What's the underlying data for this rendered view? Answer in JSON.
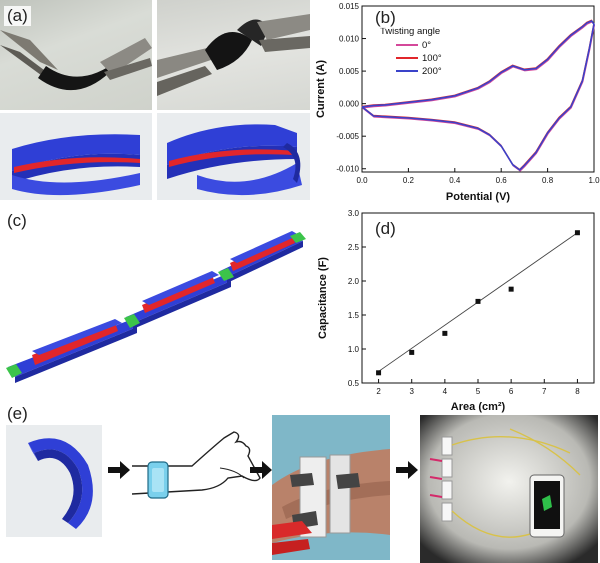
{
  "panels": {
    "a": "(a)",
    "b": "(b)",
    "c": "(c)",
    "d": "(d)",
    "e": "(e)"
  },
  "colors": {
    "device_blue": "#2f3fd6",
    "electrolyte_red": "#e1262b",
    "connector_green": "#3cc44a",
    "band_cyan": "#7ad0ec"
  },
  "chart_data": [
    {
      "id": "b",
      "type": "line",
      "legend_title": "Twisting angle",
      "legend_position": "top-left",
      "xlabel": "Potential (V)",
      "ylabel": "Current (A)",
      "xlim": [
        0.0,
        1.0
      ],
      "ylim": [
        -0.0105,
        0.015
      ],
      "xticks": [
        "0.0",
        "0.2",
        "0.4",
        "0.6",
        "0.8",
        "1.0"
      ],
      "yticks": [
        "-0.010",
        "-0.005",
        "0.000",
        "0.005",
        "0.010",
        "0.015"
      ],
      "series": [
        {
          "name": "0°",
          "color": "#d4489a"
        },
        {
          "name": "100°",
          "color": "#e1262b"
        },
        {
          "name": "200°",
          "color": "#3a43c9"
        }
      ],
      "upper_branch": {
        "x": [
          0.0,
          0.05,
          0.1,
          0.2,
          0.3,
          0.4,
          0.5,
          0.55,
          0.6,
          0.65,
          0.7,
          0.75,
          0.8,
          0.85,
          0.9,
          0.95,
          0.97,
          0.99,
          1.0
        ],
        "y": [
          -0.0005,
          -0.0003,
          -0.0002,
          0.0002,
          0.0006,
          0.0012,
          0.0024,
          0.0034,
          0.0048,
          0.0058,
          0.0052,
          0.0054,
          0.0068,
          0.0088,
          0.0105,
          0.0118,
          0.0124,
          0.0127,
          0.0122
        ]
      },
      "lower_branch": {
        "x": [
          1.0,
          0.98,
          0.95,
          0.9,
          0.85,
          0.8,
          0.75,
          0.7,
          0.68,
          0.65,
          0.6,
          0.55,
          0.5,
          0.4,
          0.3,
          0.2,
          0.1,
          0.05,
          0.0
        ],
        "y": [
          0.0122,
          0.0085,
          0.0035,
          -0.0005,
          -0.0022,
          -0.0045,
          -0.0075,
          -0.0095,
          -0.0102,
          -0.0094,
          -0.0065,
          -0.0048,
          -0.0038,
          -0.0029,
          -0.0025,
          -0.0022,
          -0.002,
          -0.0019,
          -0.0005
        ]
      }
    },
    {
      "id": "d",
      "type": "scatter",
      "xlabel": "Area (cm²)",
      "ylabel": "Capacitance (F)",
      "xlim": [
        1.5,
        8.5
      ],
      "ylim": [
        0.5,
        3.0
      ],
      "xticks": [
        "2",
        "3",
        "4",
        "5",
        "6",
        "7",
        "8"
      ],
      "yticks": [
        "0.5",
        "1.0",
        "1.5",
        "2.0",
        "2.5",
        "3.0"
      ],
      "points": [
        {
          "x": 2,
          "y": 0.65
        },
        {
          "x": 3,
          "y": 0.95
        },
        {
          "x": 4,
          "y": 1.23
        },
        {
          "x": 5,
          "y": 1.7
        },
        {
          "x": 6,
          "y": 1.88
        },
        {
          "x": 8,
          "y": 2.71
        }
      ],
      "fit_line": {
        "x": [
          2,
          8
        ],
        "y": [
          0.67,
          2.71
        ]
      }
    }
  ]
}
